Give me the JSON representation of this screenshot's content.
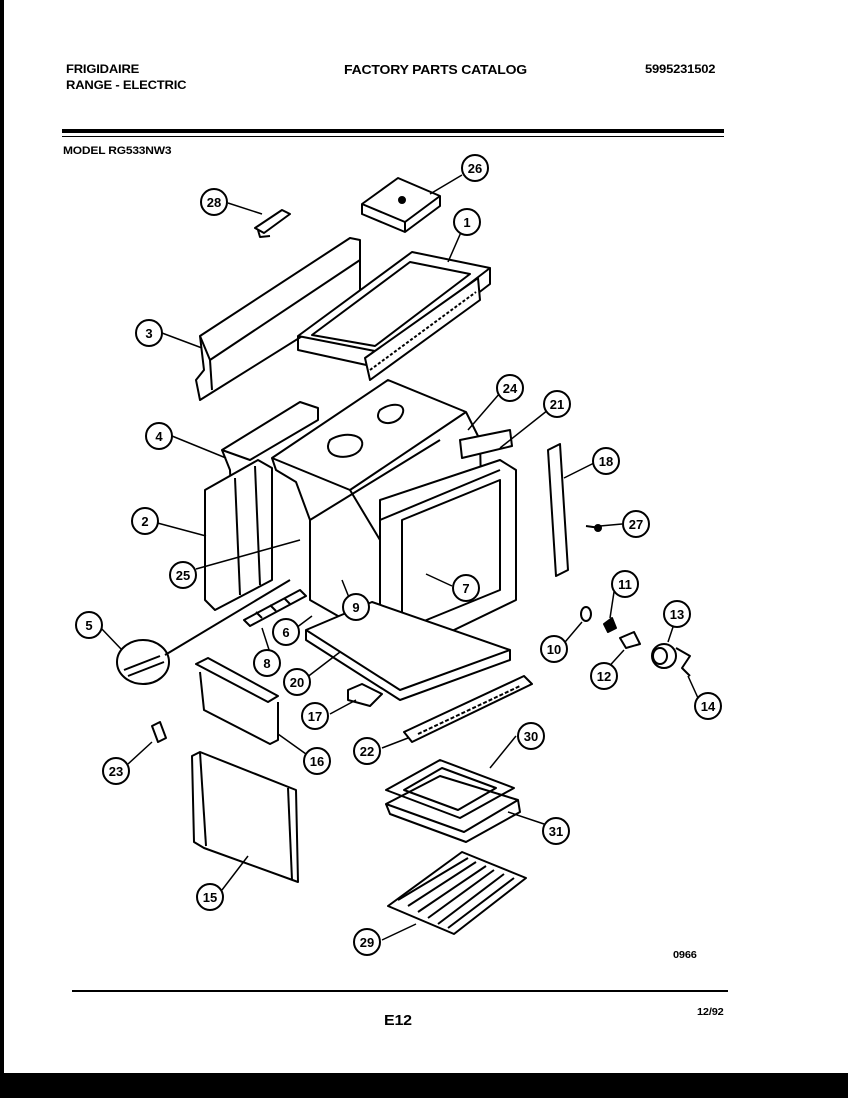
{
  "header": {
    "brand": "FRIGIDAIRE",
    "product": "RANGE - ELECTRIC",
    "catalog_title": "FACTORY PARTS CATALOG",
    "catalog_number": "5995231502",
    "model": "MODEL RG533NW3"
  },
  "diagram": {
    "callouts": [
      "28",
      "26",
      "1",
      "3",
      "24",
      "21",
      "4",
      "18",
      "2",
      "27",
      "25",
      "7",
      "9",
      "11",
      "13",
      "5",
      "6",
      "10",
      "8",
      "12",
      "20",
      "14",
      "17",
      "16",
      "22",
      "30",
      "23",
      "31",
      "15",
      "29"
    ]
  },
  "footer": {
    "figure_code": "0966",
    "page": "E12",
    "date": "12/92"
  }
}
